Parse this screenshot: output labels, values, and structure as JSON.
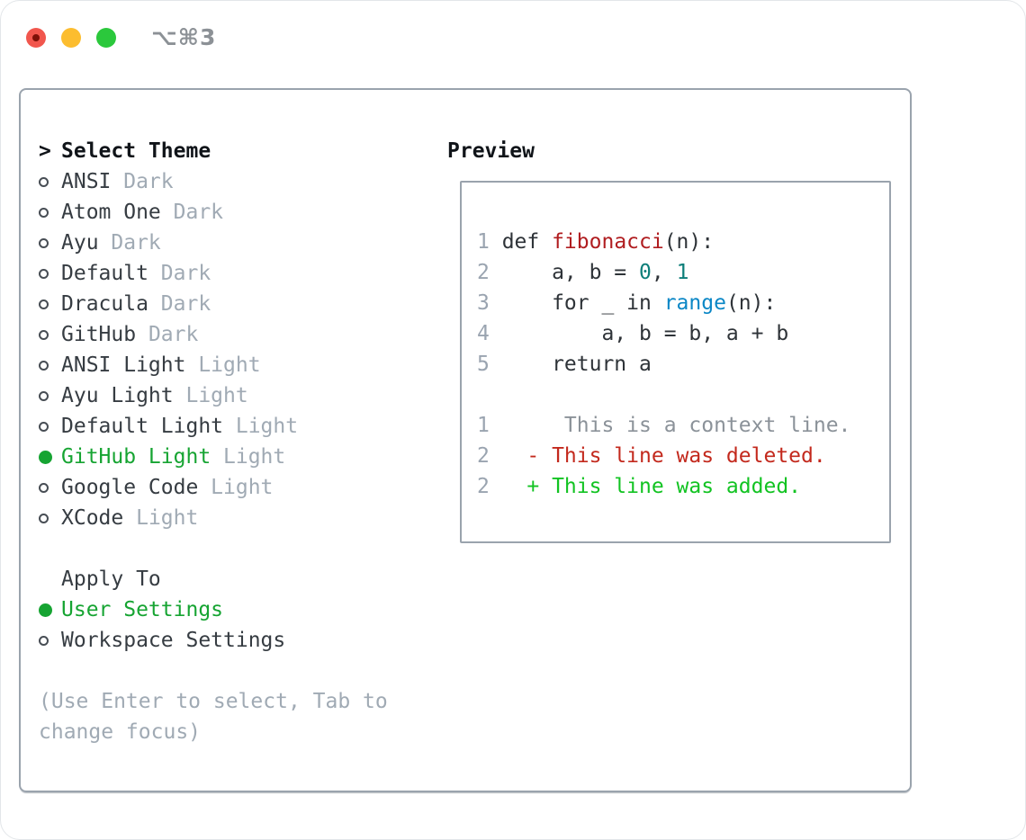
{
  "window": {
    "shortcut": "⌥⌘3"
  },
  "theme_picker": {
    "title_prefix": ">",
    "title": "Select Theme",
    "items": [
      {
        "name": "ANSI",
        "variant": "Dark",
        "selected": false
      },
      {
        "name": "Atom One",
        "variant": "Dark",
        "selected": false
      },
      {
        "name": "Ayu",
        "variant": "Dark",
        "selected": false
      },
      {
        "name": "Default",
        "variant": "Dark",
        "selected": false
      },
      {
        "name": "Dracula",
        "variant": "Dark",
        "selected": false
      },
      {
        "name": "GitHub",
        "variant": "Dark",
        "selected": false
      },
      {
        "name": "ANSI Light",
        "variant": "Light",
        "selected": false
      },
      {
        "name": "Ayu Light",
        "variant": "Light",
        "selected": false
      },
      {
        "name": "Default Light",
        "variant": "Light",
        "selected": false
      },
      {
        "name": "GitHub Light",
        "variant": "Light",
        "selected": true
      },
      {
        "name": "Google Code",
        "variant": "Light",
        "selected": false
      },
      {
        "name": "XCode",
        "variant": "Light",
        "selected": false
      }
    ]
  },
  "apply_to": {
    "title": "Apply To",
    "options": [
      {
        "label": "User Settings",
        "selected": true
      },
      {
        "label": "Workspace Settings",
        "selected": false
      }
    ]
  },
  "help_text": "(Use Enter to select, Tab to change focus)",
  "preview": {
    "title": "Preview",
    "code_lines": [
      {
        "num": "1",
        "tokens": [
          {
            "t": "def ",
            "c": "code"
          },
          {
            "t": "fibonacci",
            "c": "function"
          },
          {
            "t": "(n):",
            "c": "code"
          }
        ]
      },
      {
        "num": "2",
        "tokens": [
          {
            "t": "    a, b = ",
            "c": "code"
          },
          {
            "t": "0",
            "c": "number"
          },
          {
            "t": ", ",
            "c": "code"
          },
          {
            "t": "1",
            "c": "number"
          }
        ]
      },
      {
        "num": "3",
        "tokens": [
          {
            "t": "    for _ in ",
            "c": "code"
          },
          {
            "t": "range",
            "c": "builtin"
          },
          {
            "t": "(n):",
            "c": "code"
          }
        ]
      },
      {
        "num": "4",
        "tokens": [
          {
            "t": "        a, b = b, a + b",
            "c": "code"
          }
        ]
      },
      {
        "num": "5",
        "tokens": [
          {
            "t": "    return a",
            "c": "code"
          }
        ]
      }
    ],
    "diff_lines": [
      {
        "num": "1",
        "tokens": [
          {
            "t": "     This is a context line.",
            "c": "context"
          }
        ]
      },
      {
        "num": "2",
        "tokens": [
          {
            "t": "  - This line was deleted.",
            "c": "deleted"
          }
        ]
      },
      {
        "num": "2",
        "tokens": [
          {
            "t": "  + This line was added.",
            "c": "added"
          }
        ]
      }
    ]
  },
  "colors": {
    "selection_green": "#16a432",
    "diff_added": "#12c322",
    "diff_deleted": "#c3291d",
    "syntax_function": "#b01d20",
    "syntax_number": "#0d7e79",
    "syntax_builtin": "#0b87c6",
    "muted_text": "#a0aab4",
    "border_gray": "#9aa3ad",
    "traffic_red": "#f1564d",
    "traffic_yellow": "#fcbd2f",
    "traffic_green": "#2bc83c"
  }
}
